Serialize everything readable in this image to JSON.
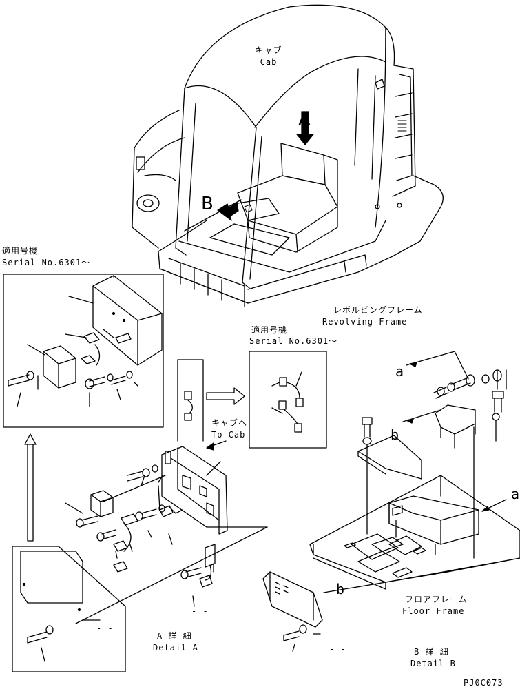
{
  "cab": {
    "jp": "キャブ",
    "en": "Cab"
  },
  "view_markers": {
    "a_upper": "A",
    "b_upper": "B"
  },
  "serial_box_1": {
    "jp": "適用号機",
    "en": "Serial No.6301～"
  },
  "serial_box_2": {
    "jp": "適用号機",
    "en": "Serial No.6301～"
  },
  "revolving_frame": {
    "jp": "レボルビングフレーム",
    "en": "Revolving Frame"
  },
  "to_cab": {
    "jp": "キャブへ",
    "en": "To Cab"
  },
  "floor_frame": {
    "jp": "フロアフレーム",
    "en": "Floor Frame"
  },
  "detail_a": {
    "jp": "A 詳 細",
    "en": "Detail A"
  },
  "detail_b": {
    "jp": "B 詳 細",
    "en": "Detail B"
  },
  "ref_markers": {
    "a_lower": "a",
    "b_lower": "b",
    "a_right": "a",
    "b_right": "b"
  },
  "dashes": {
    "d1": "- -",
    "d2": "- -",
    "d3": "- -",
    "d4": "- -"
  },
  "code": "PJ0C073",
  "line_color": "#000000"
}
